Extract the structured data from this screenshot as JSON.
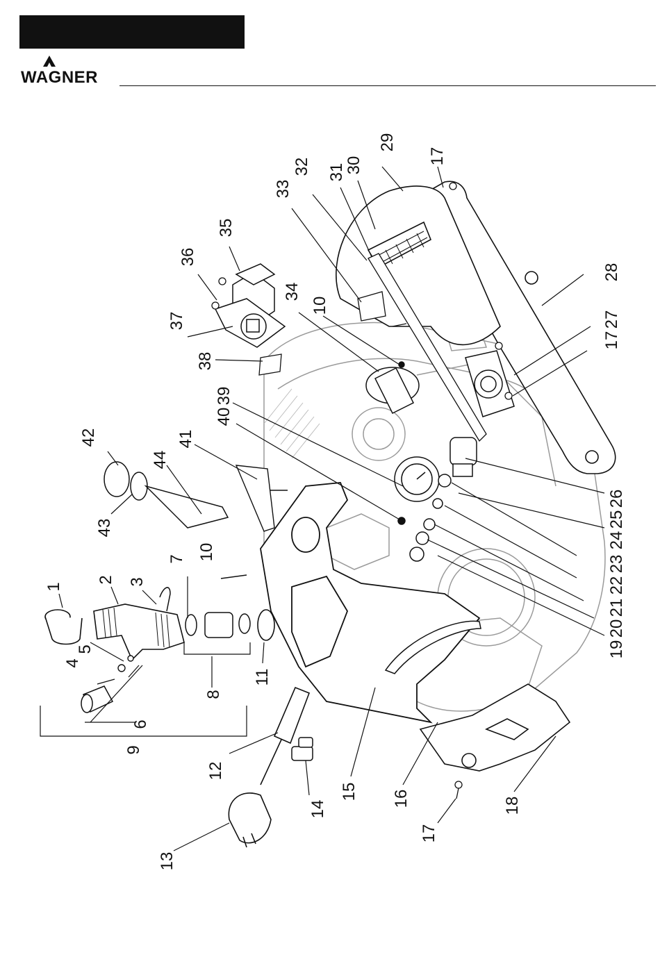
{
  "header": {
    "brand": "WAGNER"
  },
  "callouts": [
    {
      "id": "p1",
      "label": "1"
    },
    {
      "id": "p2",
      "label": "2"
    },
    {
      "id": "p3",
      "label": "3"
    },
    {
      "id": "p4",
      "label": "4"
    },
    {
      "id": "p5",
      "label": "5"
    },
    {
      "id": "p6",
      "label": "6"
    },
    {
      "id": "p7",
      "label": "7"
    },
    {
      "id": "p8",
      "label": "8"
    },
    {
      "id": "p9",
      "label": "9"
    },
    {
      "id": "p10a",
      "label": "10"
    },
    {
      "id": "p10b",
      "label": "10"
    },
    {
      "id": "p11",
      "label": "11"
    },
    {
      "id": "p12",
      "label": "12"
    },
    {
      "id": "p13",
      "label": "13"
    },
    {
      "id": "p14",
      "label": "14"
    },
    {
      "id": "p15",
      "label": "15"
    },
    {
      "id": "p16",
      "label": "16"
    },
    {
      "id": "p17a",
      "label": "17"
    },
    {
      "id": "p17b",
      "label": "17"
    },
    {
      "id": "p17c",
      "label": "17"
    },
    {
      "id": "p18",
      "label": "18"
    },
    {
      "id": "p19",
      "label": "19"
    },
    {
      "id": "p20",
      "label": "20"
    },
    {
      "id": "p21",
      "label": "21"
    },
    {
      "id": "p22",
      "label": "22"
    },
    {
      "id": "p23",
      "label": "23"
    },
    {
      "id": "p24",
      "label": "24"
    },
    {
      "id": "p25",
      "label": "25"
    },
    {
      "id": "p26",
      "label": "26"
    },
    {
      "id": "p27",
      "label": "27"
    },
    {
      "id": "p28",
      "label": "28"
    },
    {
      "id": "p29",
      "label": "29"
    },
    {
      "id": "p30",
      "label": "30"
    },
    {
      "id": "p31",
      "label": "31"
    },
    {
      "id": "p32",
      "label": "32"
    },
    {
      "id": "p33",
      "label": "33"
    },
    {
      "id": "p34",
      "label": "34"
    },
    {
      "id": "p35",
      "label": "35"
    },
    {
      "id": "p36",
      "label": "36"
    },
    {
      "id": "p37",
      "label": "37"
    },
    {
      "id": "p38",
      "label": "38"
    },
    {
      "id": "p39",
      "label": "39"
    },
    {
      "id": "p40",
      "label": "40"
    },
    {
      "id": "p41",
      "label": "41"
    },
    {
      "id": "p42",
      "label": "42"
    },
    {
      "id": "p43",
      "label": "43"
    },
    {
      "id": "p44",
      "label": "44"
    }
  ]
}
